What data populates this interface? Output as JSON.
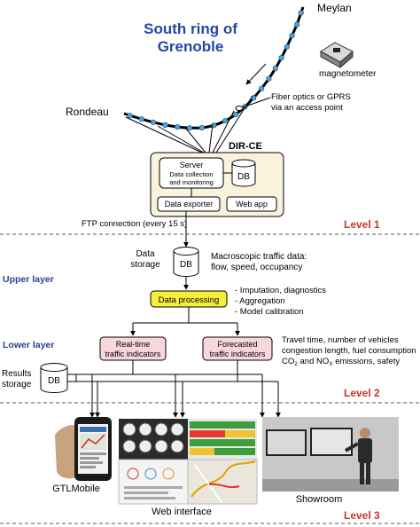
{
  "title_line1": "South ring of",
  "title_line2": "Grenoble",
  "place_meylan": "Meylan",
  "place_rondeau": "Rondeau",
  "magnetometer": "magnetometer",
  "fiber_line1": "Fiber optics or GPRS",
  "fiber_line2": "via an access point",
  "dirce": "DIR-CE",
  "server_line1": "Server",
  "server_line2": "Data collection",
  "server_line3": "and monitoring",
  "db": "DB",
  "data_exporter": "Data exporter",
  "web_app": "Web app",
  "ftp": "FTP connection (every 15 s)",
  "level1": "Level 1",
  "level2": "Level 2",
  "level3": "Level 3",
  "data_storage_line1": "Data",
  "data_storage_line2": "storage",
  "macro_line1": "Macroscopic traffic data:",
  "macro_line2": "flow, speed, occupancy",
  "upper_layer": "Upper layer",
  "lower_layer": "Lower layer",
  "data_processing": "Data processing",
  "proc_item1": "- Imputation, diagnostics",
  "proc_item2": "- Aggregation",
  "proc_item3": "- Model calibration",
  "realtime_line1": "Real-time",
  "realtime_line2": "traffic indicators",
  "forecast_line1": "Forecasted",
  "forecast_line2": "traffic indicators",
  "travel_line1": "Travel time, number of vehicles",
  "travel_line2": "congestion length, fuel consumption",
  "travel_line3_a": "CO",
  "travel_line3_sub1": "2",
  "travel_line3_b": " and NO",
  "travel_line3_sub2": "X",
  "travel_line3_c": " emissions, safety",
  "results_line1": "Results",
  "results_line2": "storage",
  "gtlmobile": "GTLMobile",
  "web_interface": "Web interface",
  "showroom": "Showroom",
  "colors": {
    "title": "#2148a8",
    "level": "#c0392b",
    "layer": "#2c3e8f",
    "processing": "#f7ee3a",
    "indicator": "#f8d6dd",
    "server_panel": "#faf3dc",
    "sensor": "#4aa3df"
  }
}
